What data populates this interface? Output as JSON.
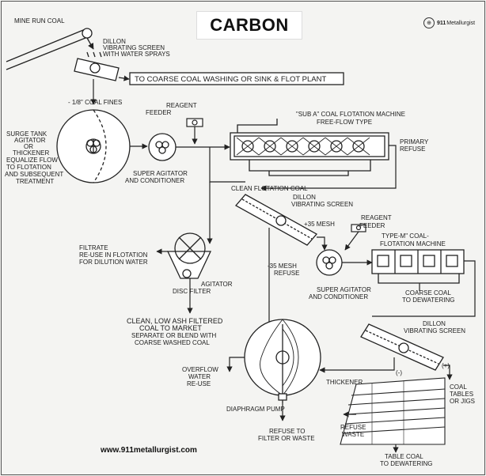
{
  "title": "CARBON",
  "brand": {
    "number": "911",
    "name": "Metallurgist"
  },
  "website": "www.911metallurgist.com",
  "labels": {
    "mine_run_coal": "MINE RUN COAL",
    "dillon_1": "DILLON",
    "dillon_1b": "VIBRATING SCREEN",
    "dillon_1c": "WITH WATER SPRAYS",
    "to_coarse": "TO COARSE COAL WASHING OR SINK & FLOT PLANT",
    "coal_fines": "- 1/8\" COAL FINES",
    "reagent_1": "REAGENT",
    "reagent_1b": "FEEDER",
    "sub_a_1": "\"SUB A\" COAL FLOTATION MACHINE",
    "sub_a_2": "FREE-FLOW TYPE",
    "surge_1": "SURGE TANK",
    "surge_2": "AGITATOR",
    "surge_3": "OR",
    "surge_4": "THICKENER",
    "surge_5": "EQUALIZE FLOW",
    "surge_6": "TO FLOTATION",
    "surge_7": "AND SUBSEQUENT",
    "surge_8": "TREATMENT",
    "primary_1": "PRIMARY",
    "primary_2": "REFUSE",
    "super_ag_1a": "SUPER AGITATOR",
    "super_ag_1b": "AND CONDITIONER",
    "clean_flot": "CLEAN FLOTATION COAL",
    "dillon_2": "DILLON",
    "dillon_2b": "VIBRATING SCREEN",
    "plus35": "+35 MESH",
    "reagent_2": "REAGENT",
    "reagent_2b": "FEEDER",
    "type_m_1": "TYPE-M\" COAL-",
    "type_m_2": "FLOTATION MACHINE",
    "filtrate_1": "FILTRATE",
    "filtrate_2": "RE-USE IN FLOTATION",
    "filtrate_3": "FOR DILUTION WATER",
    "minus35_1": "-35 MESH",
    "minus35_2": "REFUSE",
    "agitator": "AGITATOR",
    "disc_filter": "DISC FILTER",
    "super_ag_2a": "SUPER AGITATOR",
    "super_ag_2b": "AND CONDITIONER",
    "coarse_dew_1": "COARSE COAL",
    "coarse_dew_2": "TO DEWATERING",
    "clean_low_1": "CLEAN, LOW ASH FILTERED",
    "clean_low_2": "COAL TO MARKET",
    "clean_low_3": "SEPARATE OR BLEND WITH",
    "clean_low_4": "COARSE WASHED COAL",
    "dillon_3": "DILLON",
    "dillon_3b": "VIBRATING SCREEN",
    "overflow_1": "OVERFLOW",
    "overflow_2": "WATER",
    "overflow_3": "RE-USE",
    "minus_sign": "(-)",
    "plus_sign": "(+)",
    "thickener": "THICKENER",
    "coal_tables_1": "COAL",
    "coal_tables_2": "TABLES",
    "coal_tables_3": "OR JIGS",
    "diaphragm": "DIAPHRAGM PUMP",
    "refuse_waste_1": "REFUSE",
    "refuse_waste_2": "WASTE",
    "refuse_filter_1": "REFUSE TO",
    "refuse_filter_2": "FILTER OR WASTE",
    "table_coal_1": "TABLE COAL",
    "table_coal_2": "TO DEWATERING"
  }
}
